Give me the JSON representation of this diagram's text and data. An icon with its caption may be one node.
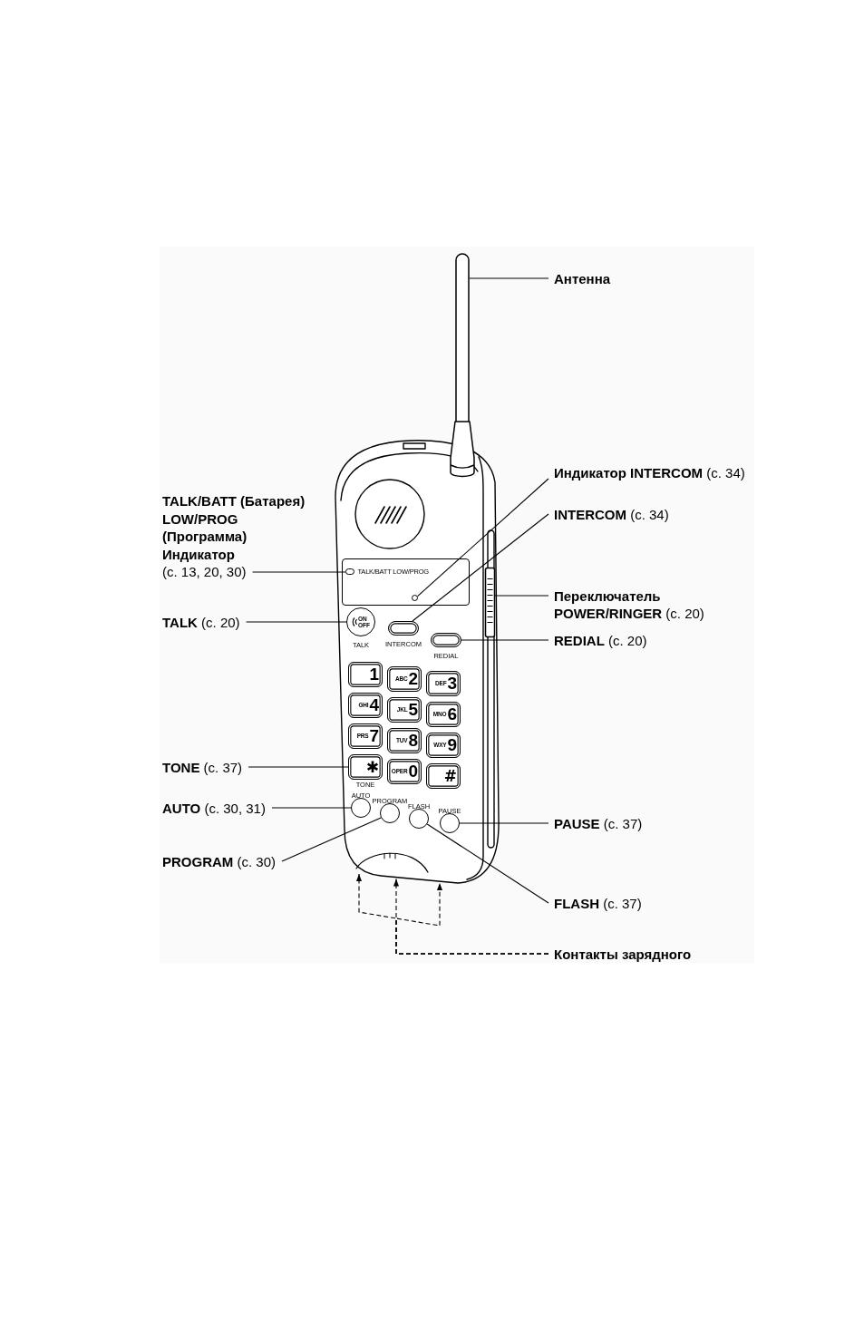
{
  "diagram": {
    "nodes": [
      {
        "text": [],
        "shape": "bar"
      },
      {
        "text": [
          "Антенна"
        ]
      },
      {
        "text": [],
        "shape": "picture"
      },
      {
        "text": [
          "**Индикатор INTERCOM** (с. 34)"
        ]
      },
      {
        "text": [
          "**TALK/BATT (Батарея) LOW/PROG (Программа) Индикатор** (с. 13, 20, 30)"
        ]
      },
      {
        "text": [
          "**INTERCOM** (с. 34)"
        ]
      },
      {
        "text": [
          "TALK/BATT LOW/PROG"
        ],
        "in": 2
      },
      {
        "text": [],
        "shape": "oval",
        "in": 6
      },
      {
        "text": [],
        "shape": "circle",
        "in": 6
      },
      {
        "text": [
          "**Переключатель POWER/RINGER** (с. 20)"
        ]
      },
      {
        "text": [],
        "shape": "box",
        "in": 2
      },
      {
        "text": [
          "**TALK** (с. 20)"
        ]
      },
      {
        "text": [
          "ON OFF"
        ],
        "beside": [
          "TALK"
        ],
        "in": 2
      },
      {
        "text": [],
        "shape": "oval",
        "beside": [
          "INTERCOM"
        ],
        "in": 2
      },
      {
        "text": [],
        "shape": "oval",
        "beside": [
          "REDIAL"
        ],
        "in": 2
      },
      {
        "text": [
          "**REDIAL** (с. 20)"
        ]
      },
      {
        "text": [
          "1"
        ],
        "in": 2
      },
      {
        "text": [
          "ABC",
          "2"
        ],
        "in": 2
      },
      {
        "text": [
          "DEF",
          "3"
        ],
        "in": 2
      },
      {
        "text": [
          "GHI",
          "4"
        ],
        "in": 2
      },
      {
        "text": [
          "JKL",
          "5"
        ],
        "in": 2
      },
      {
        "text": [
          "MNO",
          "6"
        ],
        "in": 2
      },
      {
        "text": [
          "PRS",
          "7"
        ],
        "in": 2
      },
      {
        "text": [
          "TUV",
          "8"
        ],
        "in": 2
      },
      {
        "text": [
          "WXY",
          "9"
        ],
        "in": 2
      },
      {
        "text": [
          "**TONE** (с. 37)"
        ]
      },
      {
        "text": [
          "✱"
        ],
        "beside": [
          "TONE"
        ],
        "in": 2
      },
      {
        "text": [
          "OPER",
          "0"
        ],
        "in": 2
      },
      {
        "text": [
          "#"
        ],
        "in": 2
      },
      {
        "text": [
          "**AUTO** (с. 30, 31)"
        ]
      },
      {
        "text": [],
        "shape": "circle",
        "beside": [
          "AUTO"
        ],
        "in": 2
      },
      {
        "text": [],
        "shape": "circle",
        "beside": [
          "PROGRAM"
        ],
        "in": 2
      },
      {
        "text": [],
        "shape": "circle",
        "beside": [
          "FLASH"
        ],
        "in": 2
      },
      {
        "text": [],
        "shape": "circle",
        "beside": [
          "PAUSE"
        ],
        "in": 2
      },
      {
        "text": [
          "**PAUSE** (с. 37)"
        ]
      },
      {
        "text": [
          "**PROGRAM** (с. 30)"
        ]
      },
      {
        "text": [
          "**FLASH** (с. 37)"
        ]
      },
      {
        "text": [
          "Контакты зарядного"
        ]
      }
    ],
    "edges": [
      {
        "from": 1,
        "to": 0,
        "arrow": "none"
      },
      {
        "from": 3,
        "to": 8,
        "arrow": "none"
      },
      {
        "from": 4,
        "to": 7,
        "arrow": "none"
      },
      {
        "from": 5,
        "to": 13,
        "arrow": "none"
      },
      {
        "from": 9,
        "to": 10,
        "arrow": "none"
      },
      {
        "from": 11,
        "to": 12,
        "arrow": "none"
      },
      {
        "from": 15,
        "to": 14,
        "arrow": "none"
      },
      {
        "from": 25,
        "to": 26,
        "arrow": "none"
      },
      {
        "from": 29,
        "to": 30,
        "arrow": "none"
      },
      {
        "from": 34,
        "to": 33,
        "arrow": "none"
      },
      {
        "from": 35,
        "to": 31,
        "arrow": "none"
      },
      {
        "from": 36,
        "to": 32,
        "arrow": "none"
      },
      {
        "from": 37,
        "to": 2,
        "arrow": "to",
        "style": "dashed"
      },
      {
        "from": 37,
        "to": 2,
        "arrow": "to",
        "style": "dashed"
      },
      {
        "from": 37,
        "to": 2,
        "arrow": "to",
        "style": "dashed"
      }
    ]
  }
}
